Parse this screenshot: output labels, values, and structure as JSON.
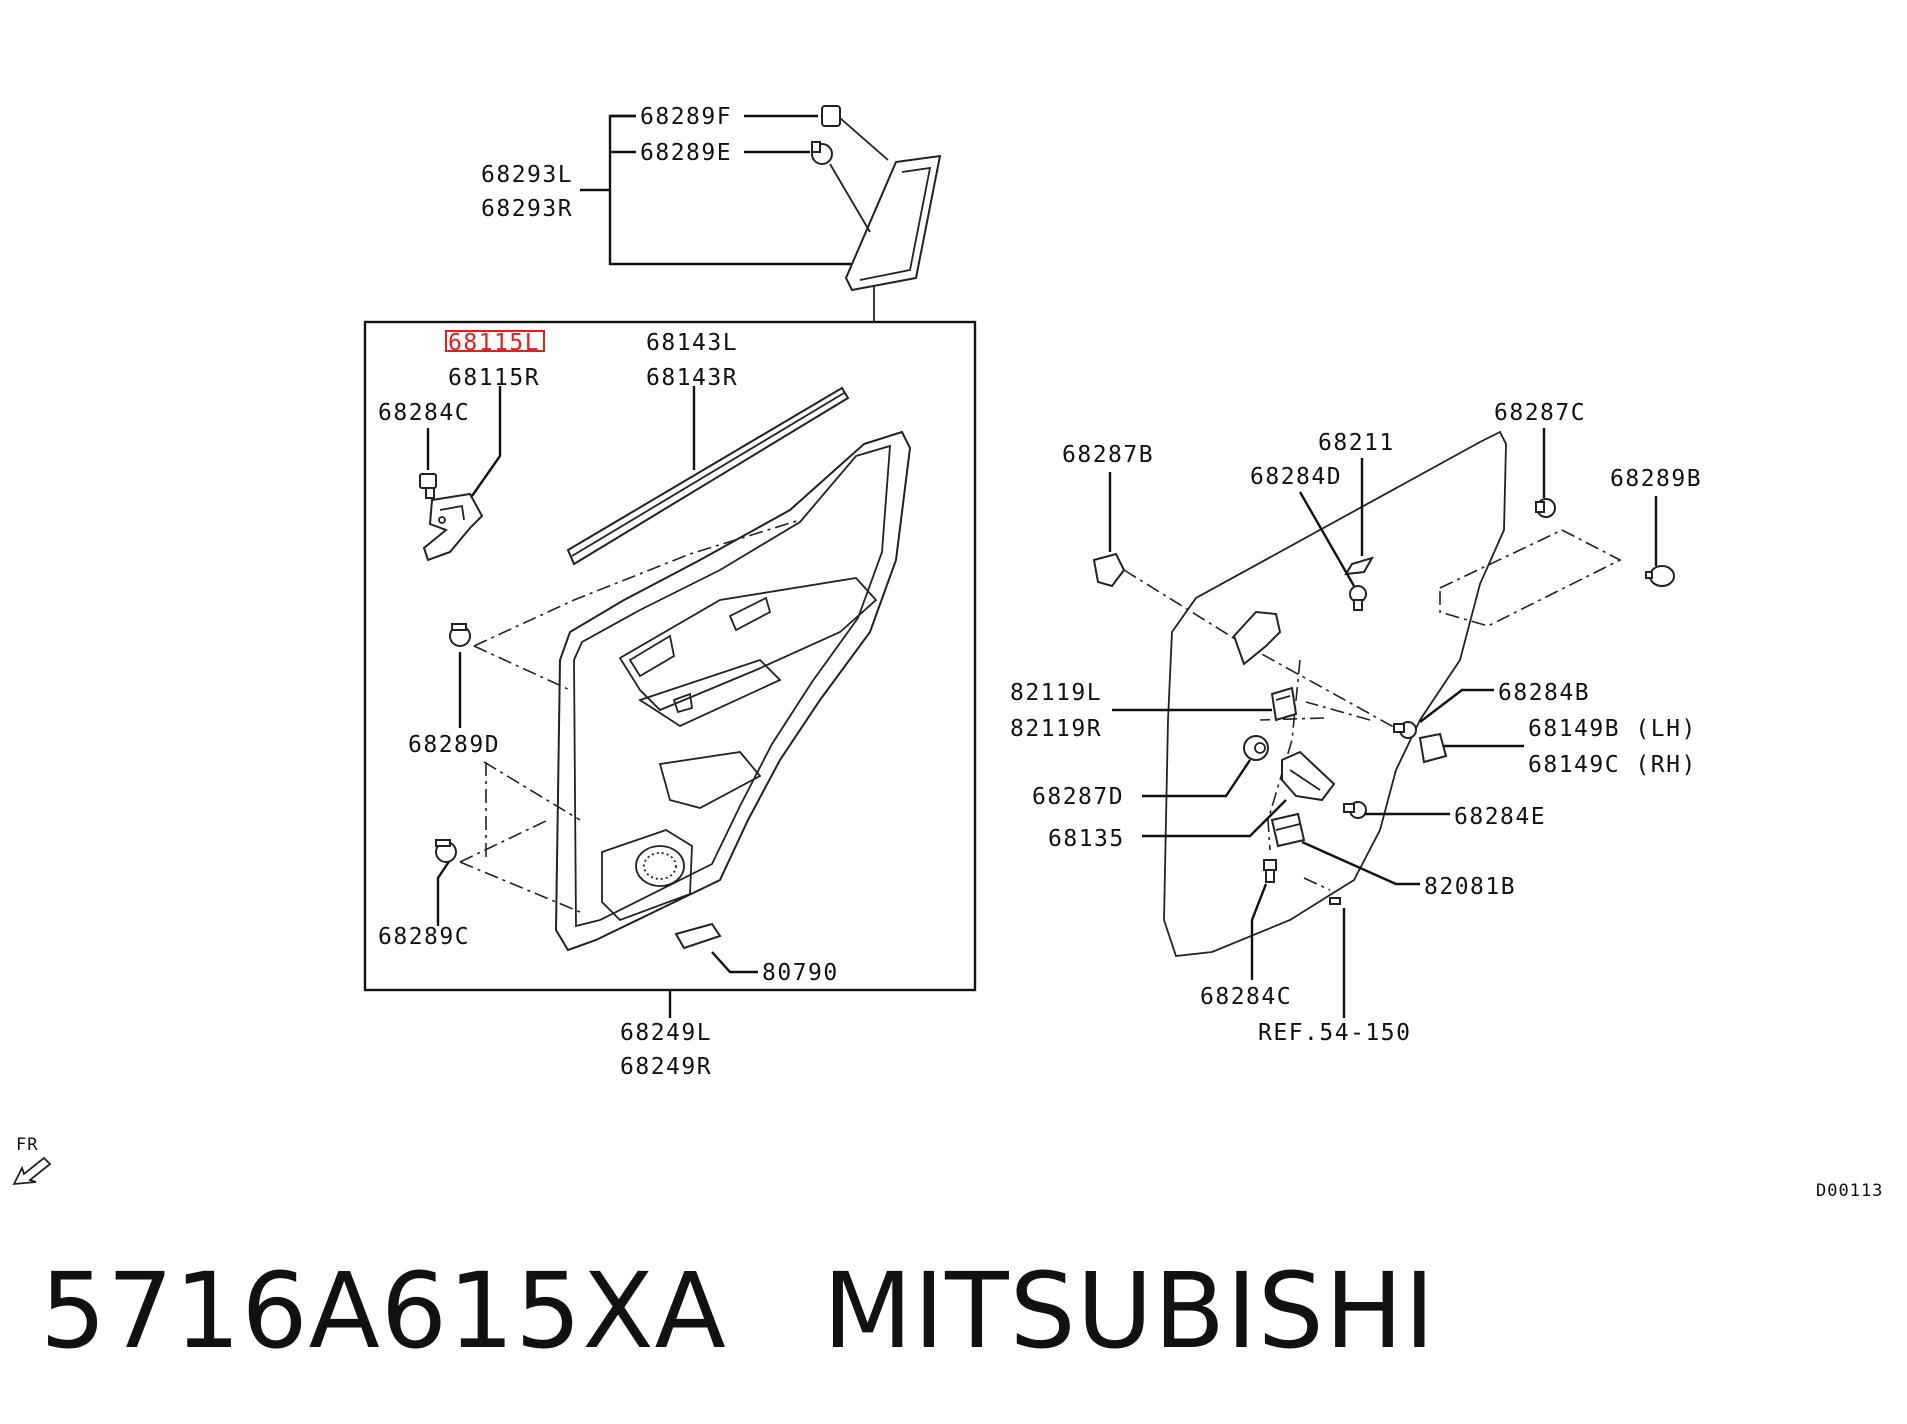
{
  "diagram": {
    "labels": {
      "p68289F": "68289F",
      "p68289E": "68289E",
      "p68293L": "68293L",
      "p68293R": "68293R",
      "p68115L": "68115L",
      "p68115R": "68115R",
      "p68143L": "68143L",
      "p68143R": "68143R",
      "p68284C_a": "68284C",
      "p68289D": "68289D",
      "p68289C": "68289C",
      "p80790": "80790",
      "p68249L": "68249L",
      "p68249R": "68249R",
      "p68287B": "68287B",
      "p68211": "68211",
      "p68284D": "68284D",
      "p68287C": "68287C",
      "p68289B": "68289B",
      "p82119L": "82119L",
      "p82119R": "82119R",
      "p68284B": "68284B",
      "p68149B": "68149B (LH)",
      "p68149C": "68149C (RH)",
      "p68287D": "68287D",
      "p68284E": "68284E",
      "p68135": "68135",
      "p82081B": "82081B",
      "p68284C_b": "68284C",
      "ref": "REF.54-150",
      "fr": "FR",
      "code": "D00113"
    },
    "highlighted_part": "68115L",
    "highlight_color": "#e02020"
  },
  "footer": {
    "part_number": "5716A615XA",
    "brand": "MITSUBISHI"
  }
}
